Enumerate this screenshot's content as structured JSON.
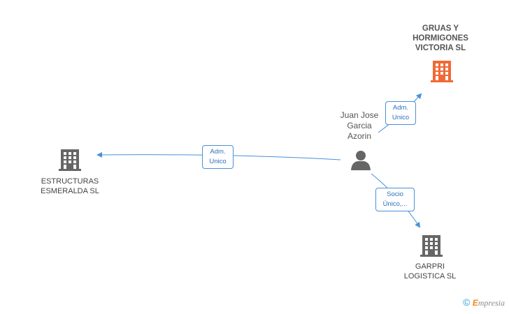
{
  "nodes": {
    "gruas": {
      "label": "GRUAS Y\nHORMIGONES\nVICTORIA SL",
      "color": "#f06a35"
    },
    "estructuras": {
      "label": "ESTRUCTURAS\nESMERALDA SL",
      "color": "#666666"
    },
    "garpri": {
      "label": "GARPRI\nLOGISTICA SL",
      "color": "#666666"
    },
    "person": {
      "label": "Juan Jose\nGarcia\nAzorin",
      "color": "#666666"
    }
  },
  "edges": {
    "to_gruas": {
      "label": "Adm.\nUnico"
    },
    "to_estructuras": {
      "label": "Adm.\nUnico"
    },
    "to_garpri": {
      "label": "Socio\nÚnico,..."
    }
  },
  "colors": {
    "edge": "#4a90d9",
    "accent": "#f06a35"
  },
  "brand": {
    "copyright": "©",
    "initial": "E",
    "name": "mpresia"
  }
}
